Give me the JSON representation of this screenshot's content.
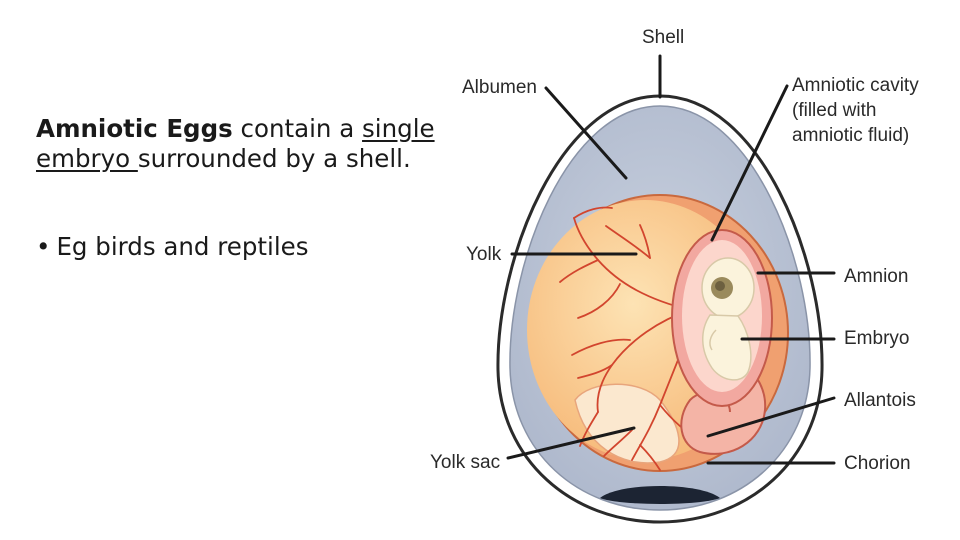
{
  "slide": {
    "intro": {
      "term": "Amniotic Eggs",
      "text_1": " contain a ",
      "underlined": "single embryo ",
      "text_2": "surrounded by a shell."
    },
    "bullet": {
      "marker": "•",
      "text": "Eg birds and reptiles"
    }
  },
  "diagram": {
    "labels": {
      "shell": "Shell",
      "albumen": "Albumen",
      "amniotic_cavity_1": "Amniotic cavity",
      "amniotic_cavity_2": "(filled with",
      "amniotic_cavity_3": "amniotic fluid)",
      "yolk": "Yolk",
      "amnion": "Amnion",
      "embryo": "Embryo",
      "allantois": "Allantois",
      "yolk_sac": "Yolk sac",
      "chorion": "Chorion"
    },
    "colors": {
      "shell_outline": "#2b2b2b",
      "albumen": "#b8c2d4",
      "chorion": "#f0a070",
      "yolk": "#f9c98a",
      "blood_vessels": "#d2452e",
      "amnion": "#f2a8a0",
      "embryo": "#fbf3dc"
    }
  }
}
